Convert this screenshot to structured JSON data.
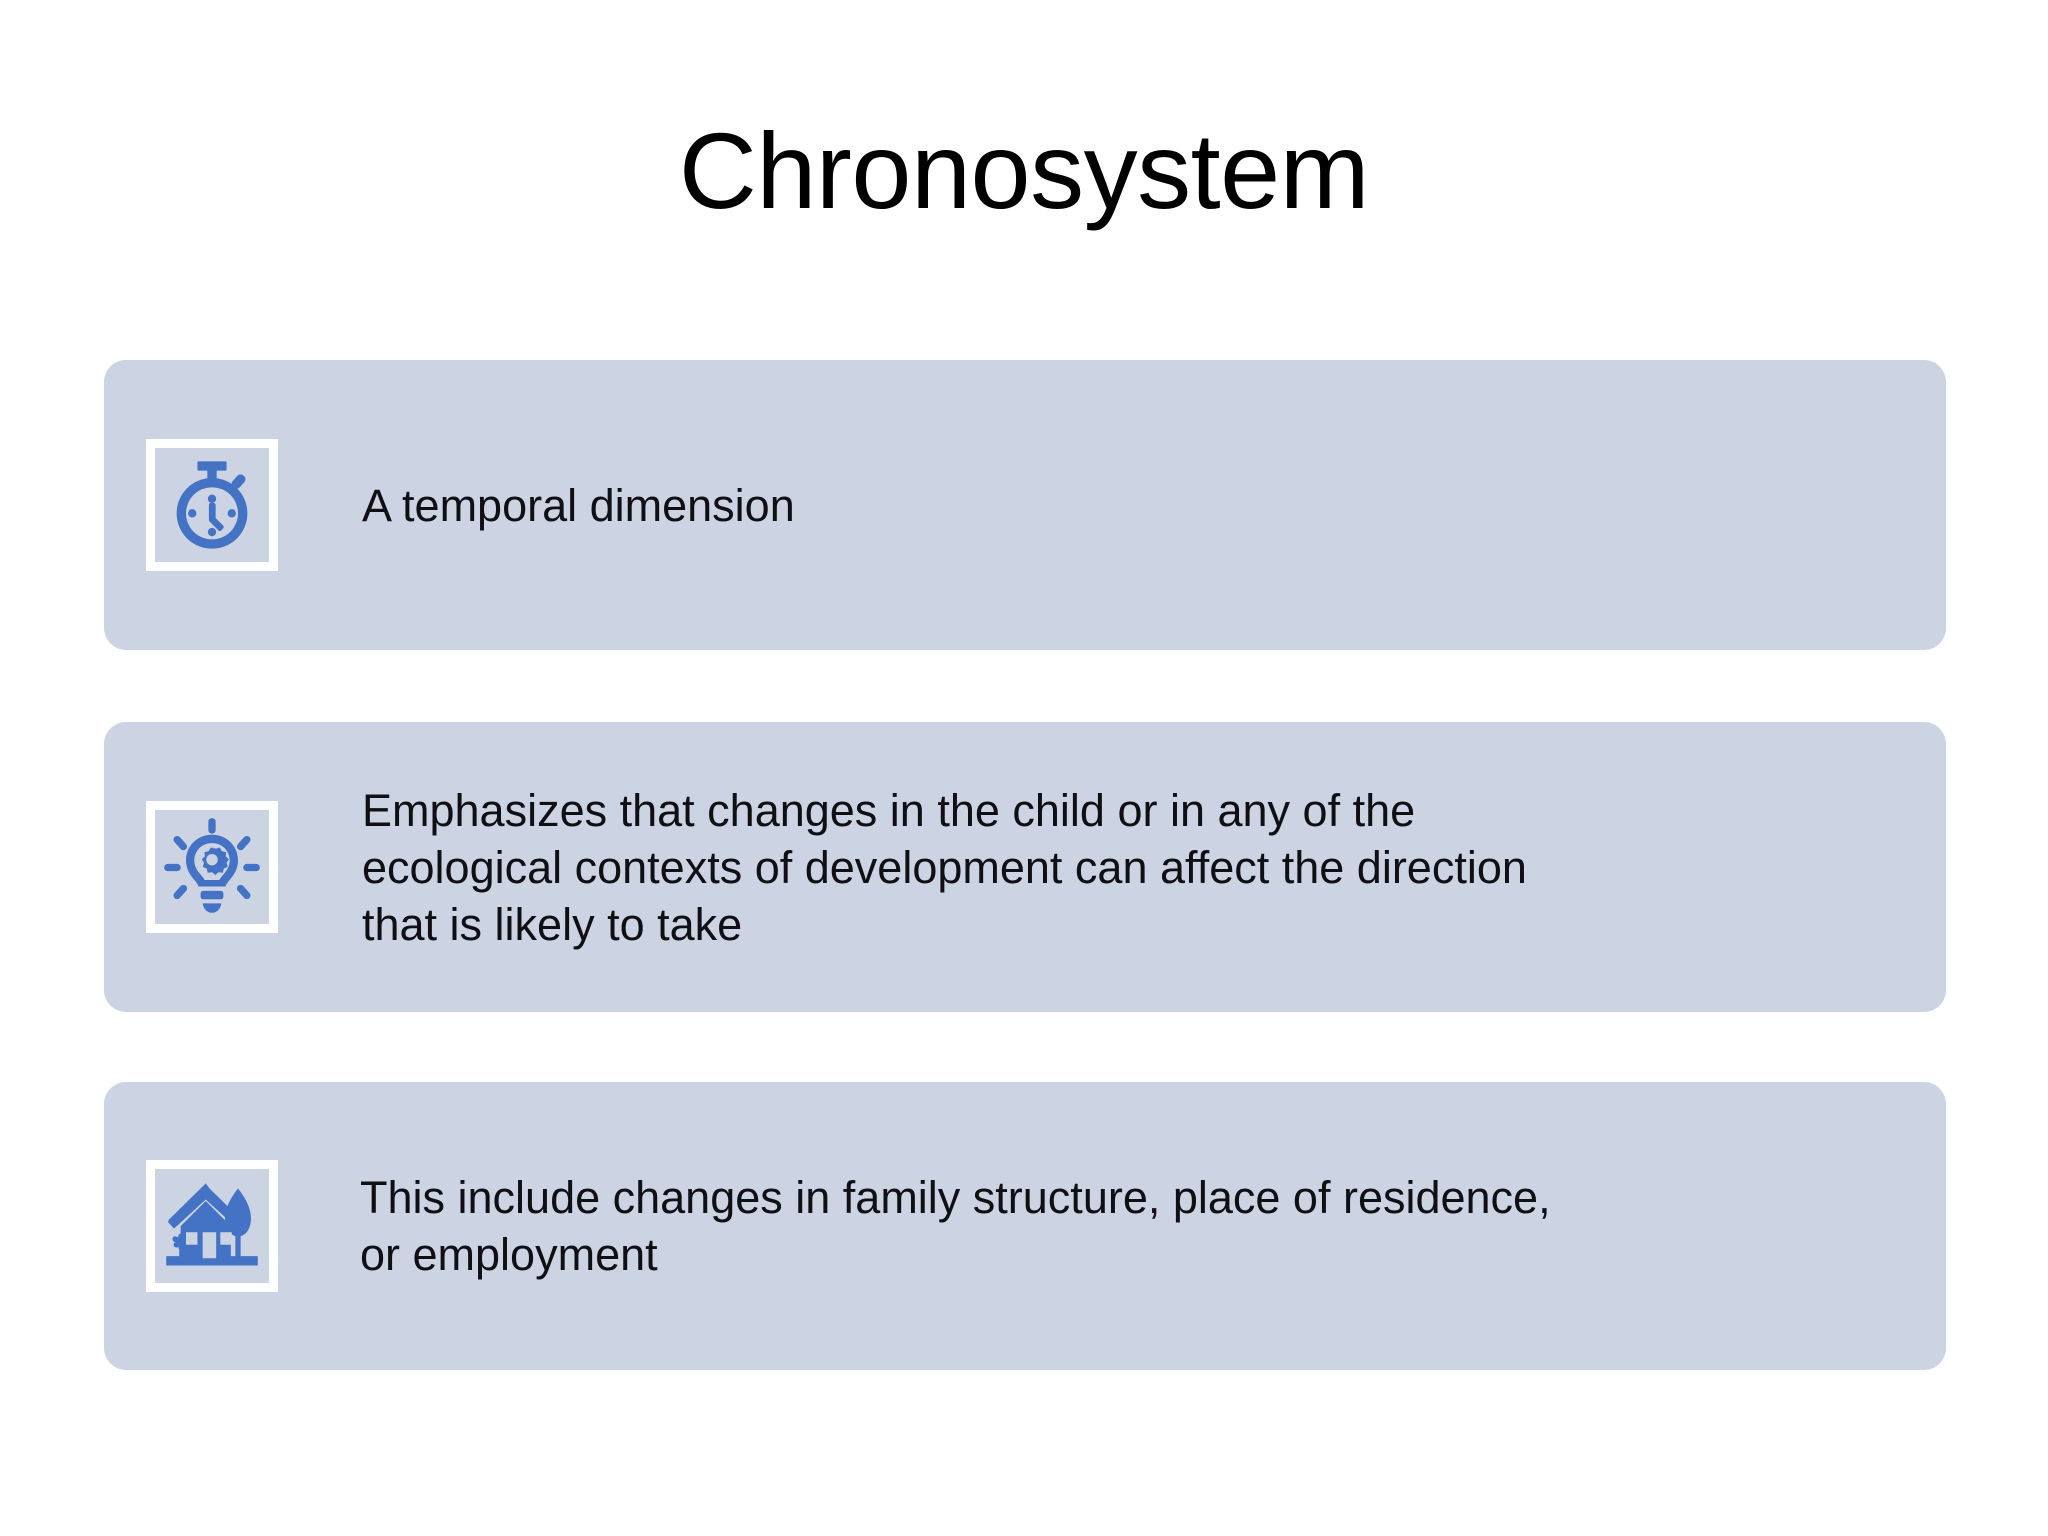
{
  "slide": {
    "title": "Chronosystem",
    "background_color": "#FFFFFF",
    "panel_color": "#CCD3E2",
    "icon_color": "#4472C4",
    "text_color": "#0F0F14"
  },
  "rows": [
    {
      "icon": "stopwatch-icon",
      "text": "A temporal dimension"
    },
    {
      "icon": "lightbulb-gear-icon",
      "text": "Emphasizes that changes in the child or in any of the\necological contexts of development can affect the direction\nthat is likely to take"
    },
    {
      "icon": "house-tree-icon",
      "text": "This include changes in family structure, place of residence,\nor employment"
    }
  ]
}
